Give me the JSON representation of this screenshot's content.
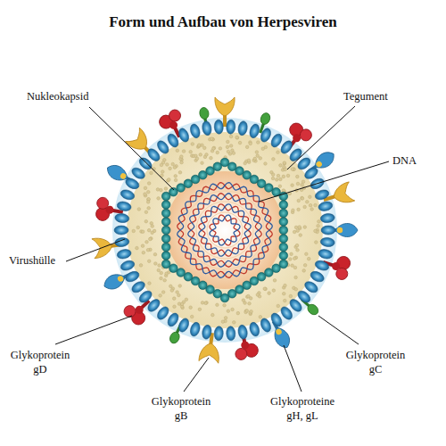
{
  "diagram": {
    "title": "Form und Aufbau von Herpesviren",
    "labels": [
      "Nukleokapsid",
      "Tegument",
      "DNA",
      "Virushülle",
      "Glykoprotein gD",
      "Glykoprotein gB",
      "Glykoproteine gH, gL",
      "Glykoprotein gC"
    ]
  }
}
